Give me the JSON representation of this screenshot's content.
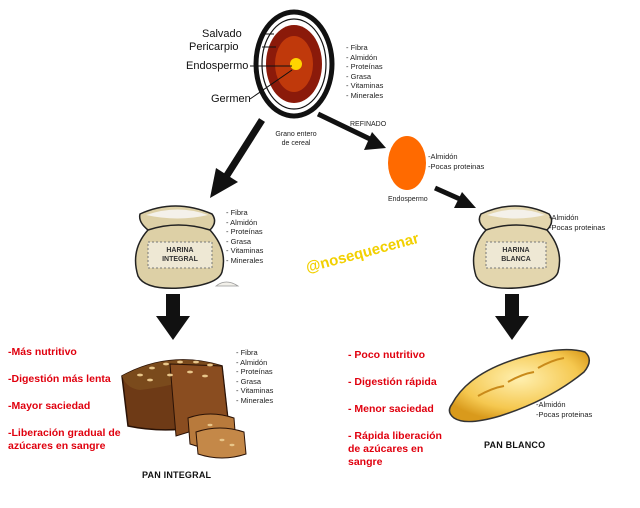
{
  "grain": {
    "labels": [
      "Salvado",
      "Pericarpio",
      "Endospermo",
      "Germen"
    ],
    "nutrients": [
      "- Fibra",
      "- Almidón",
      "- Proteínas",
      "- Grasa",
      "- Vitaminas",
      "- Minerales"
    ],
    "caption": "Grano entero de cereal"
  },
  "refining": {
    "label": "REFINADO",
    "endosperm_caption": "Endospermo",
    "endosperm_nutrients": [
      "-Almidón",
      "-Pocas proteinas"
    ]
  },
  "whole_flour": {
    "sack_label": "HARINA INTEGRAL",
    "nutrients": [
      "- Fibra",
      "- Almidón",
      "- Proteínas",
      "- Grasa",
      "- Vitaminas",
      "- Minerales"
    ]
  },
  "white_flour": {
    "sack_label": "HARINA BLANCA",
    "nutrients": [
      "-Almidón",
      "-Pocas proteinas"
    ]
  },
  "watermark": "@nosequecenar",
  "whole_bread": {
    "caption": "PAN INTEGRAL",
    "nutrients": [
      "- Fibra",
      "- Almidón",
      "- Proteínas",
      "- Grasa",
      "- Vitaminas",
      "- Minerales"
    ],
    "benefits": [
      "-Más nutritivo",
      "-Digestión más lenta",
      "-Mayor saciedad",
      "-Liberación gradual de azúcares en sangre"
    ]
  },
  "white_bread": {
    "caption": "PAN BLANCO",
    "nutrients": [
      "-Almidón",
      "-Pocas proteinas"
    ],
    "drawbacks": [
      "- Poco nutritivo",
      "- Digestión rápida",
      "- Menor saciedad",
      "- Rápida liberación de azúcares en sangre"
    ]
  },
  "colors": {
    "bran": "#111111",
    "pericarp": "#8b1a0a",
    "endosperm": "#c0390b",
    "germ": "#ffd400",
    "endosperm_orange": "#ff6a00",
    "red_text": "#e0000e",
    "watermark": "#f2d000"
  }
}
